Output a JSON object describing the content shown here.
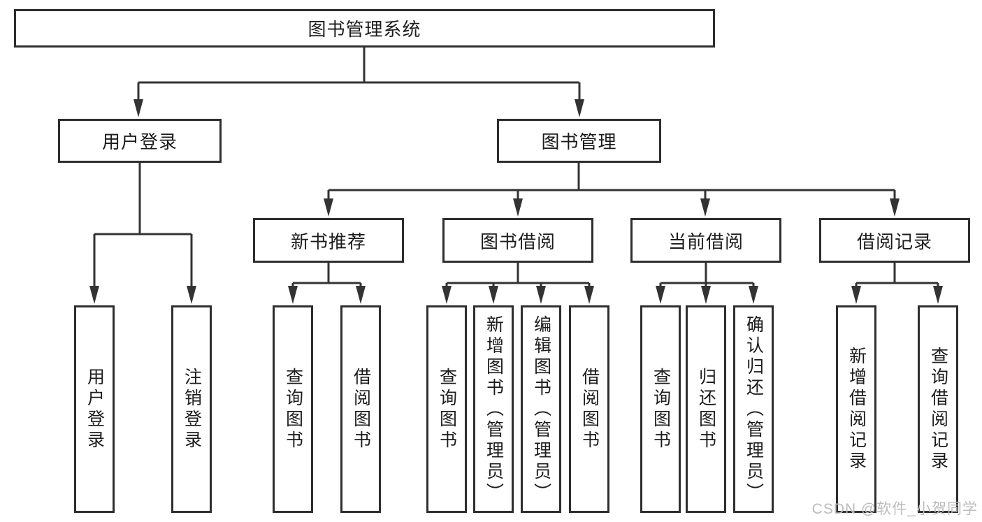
{
  "diagram": {
    "root": {
      "label": "图书管理系统"
    },
    "branches": [
      {
        "label": "用户登录",
        "children": [
          {
            "label": "用户登录"
          },
          {
            "label": "注销登录"
          }
        ]
      },
      {
        "label": "图书管理",
        "children": [
          {
            "label": "新书推荐",
            "children": [
              {
                "label": "查询图书"
              },
              {
                "label": "借阅图书"
              }
            ]
          },
          {
            "label": "图书借阅",
            "children": [
              {
                "label": "查询图书"
              },
              {
                "label": "新增图书（管理员）"
              },
              {
                "label": "编辑图书（管理员）"
              },
              {
                "label": "借阅图书"
              }
            ]
          },
          {
            "label": "当前借阅",
            "children": [
              {
                "label": "查询图书"
              },
              {
                "label": "归还图书"
              },
              {
                "label": "确认归还（管理员）"
              }
            ]
          },
          {
            "label": "借阅记录",
            "children": [
              {
                "label": "新增借阅记录"
              },
              {
                "label": "查询借阅记录"
              }
            ]
          }
        ]
      }
    ]
  },
  "watermark": {
    "text": "CSDN @软件_小贺同学"
  },
  "colors": {
    "line": "#333333",
    "box_border": "#2e2e2e",
    "text": "#1c1c1c",
    "watermark": "#bcbcbc",
    "background": "#ffffff"
  }
}
